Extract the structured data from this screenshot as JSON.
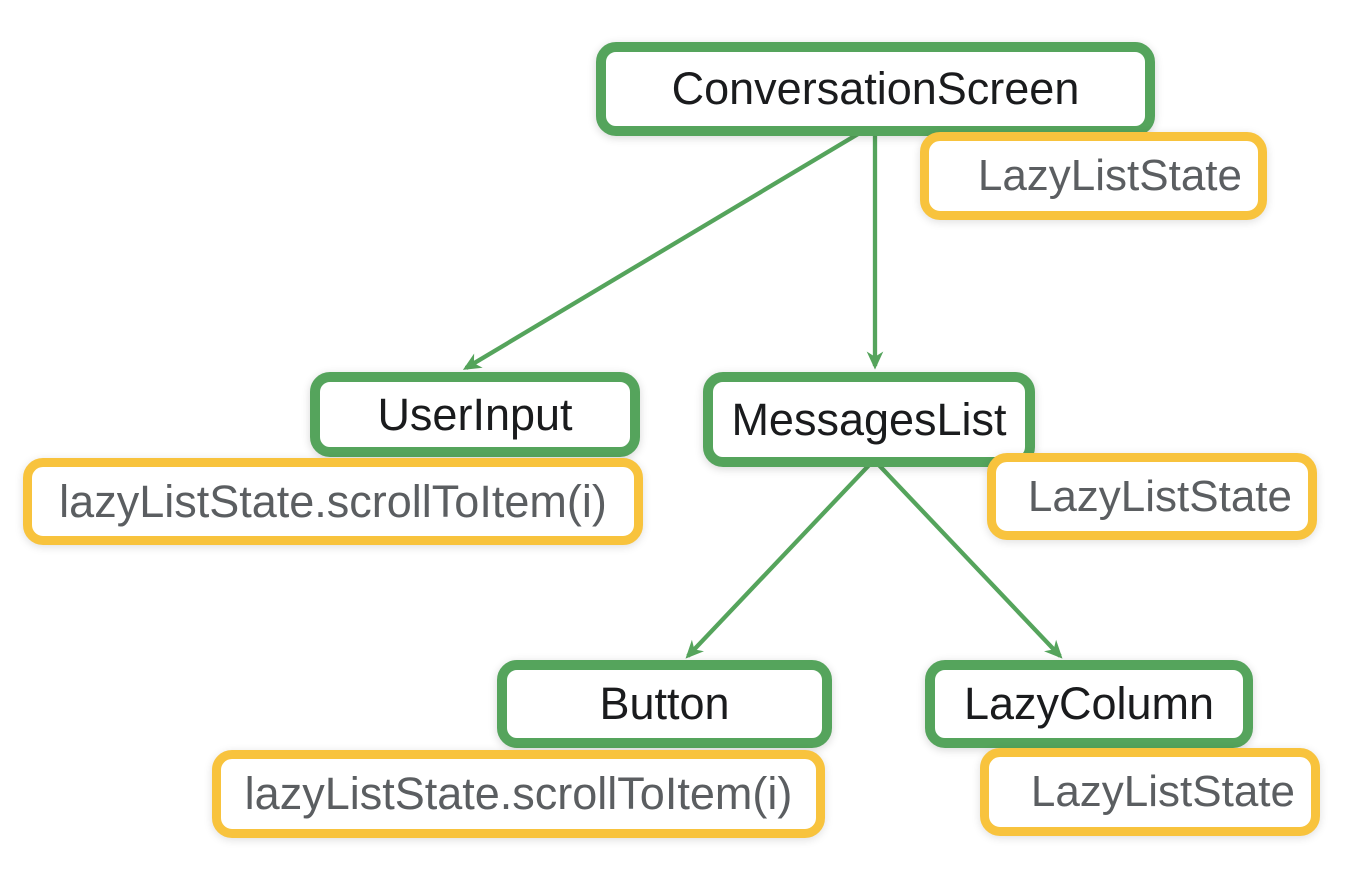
{
  "diagram_type": "component-tree",
  "colors": {
    "background": "#ffffff",
    "composable_border": "#55A45C",
    "composable_text": "#1a1b1d",
    "state_border": "#F8C33D",
    "state_text": "#5b5e61",
    "arrow": "#55A45C"
  },
  "nodes": {
    "conversation_screen": {
      "label": "ConversationScreen",
      "kind": "composable"
    },
    "user_input": {
      "label": "UserInput",
      "kind": "composable"
    },
    "messages_list": {
      "label": "MessagesList",
      "kind": "composable"
    },
    "button": {
      "label": "Button",
      "kind": "composable"
    },
    "lazy_column": {
      "label": "LazyColumn",
      "kind": "composable"
    },
    "conversation_screen_state": {
      "label": "LazyListState",
      "kind": "state"
    },
    "messages_list_state": {
      "label": "LazyListState",
      "kind": "state"
    },
    "lazy_column_state": {
      "label": "LazyListState",
      "kind": "state"
    },
    "user_input_call": {
      "label": "lazyListState.scrollToItem(i)",
      "kind": "state-call"
    },
    "button_call": {
      "label": "lazyListState.scrollToItem(i)",
      "kind": "state-call"
    }
  },
  "edges": [
    {
      "from": "ConversationScreen",
      "to": "UserInput"
    },
    {
      "from": "ConversationScreen",
      "to": "MessagesList"
    },
    {
      "from": "MessagesList",
      "to": "Button"
    },
    {
      "from": "MessagesList",
      "to": "LazyColumn"
    }
  ]
}
